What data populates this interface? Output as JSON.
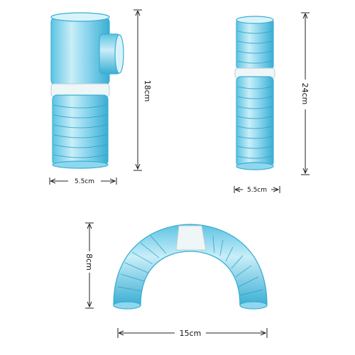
{
  "products": {
    "tee_tube": {
      "height_label": "18cm",
      "width_label": "5.5cm"
    },
    "straight_tube": {
      "height_label": "24cm",
      "width_label": "5.5cm"
    },
    "arch_tube": {
      "height_label": "8cm",
      "width_label": "15cm"
    }
  },
  "colors": {
    "tube_light": "#bfe9f5",
    "tube_mid": "#7fd3ec",
    "tube_dark": "#3aaed3",
    "ring": "#e9f3f6",
    "dimension_line": "#222222"
  }
}
